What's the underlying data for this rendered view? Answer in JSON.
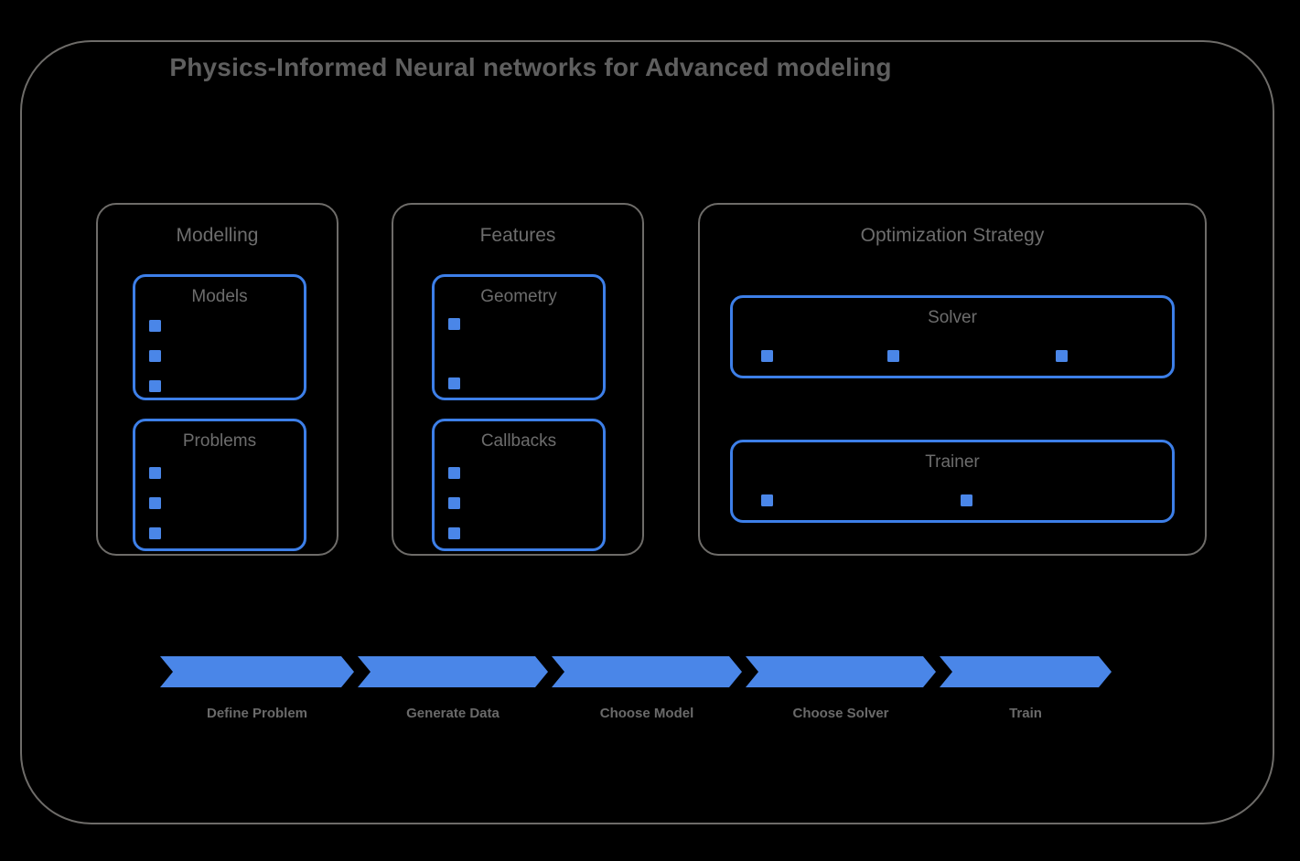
{
  "diagram": {
    "title": "Physics-Informed Neural networks for Advanced modeling",
    "colors": {
      "background": "#000000",
      "frame_border": "#6e6c69",
      "group_border": "#6e6c69",
      "card_border": "#3d7fe8",
      "accent_blue": "#4a86e8",
      "text_gray": "#6d6d6d",
      "title_gray": "#5f5f5f"
    }
  },
  "groups": [
    {
      "id": "modelling",
      "label": "Modelling",
      "cards": [
        {
          "id": "models",
          "label": "Models",
          "bullets": 3,
          "layout": "vertical"
        },
        {
          "id": "problems",
          "label": "Problems",
          "bullets": 3,
          "layout": "vertical"
        }
      ]
    },
    {
      "id": "features",
      "label": "Features",
      "cards": [
        {
          "id": "geometry",
          "label": "Geometry",
          "bullets": 2,
          "layout": "vertical"
        },
        {
          "id": "callbacks",
          "label": "Callbacks",
          "bullets": 3,
          "layout": "vertical"
        }
      ]
    },
    {
      "id": "optimization",
      "label": "Optimization Strategy",
      "cards": [
        {
          "id": "solver",
          "label": "Solver",
          "bullets": 3,
          "layout": "horizontal"
        },
        {
          "id": "trainer",
          "label": "Trainer",
          "bullets": 2,
          "layout": "horizontal"
        }
      ]
    }
  ],
  "pipeline": {
    "steps": [
      {
        "label": "Define Problem"
      },
      {
        "label": "Generate Data"
      },
      {
        "label": "Choose Model"
      },
      {
        "label": "Choose Solver"
      },
      {
        "label": "Train"
      }
    ]
  }
}
